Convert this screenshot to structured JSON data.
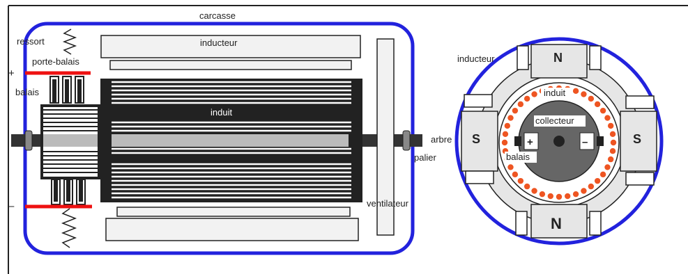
{
  "labels": {
    "carcasse": "carcasse",
    "ressort": "ressort",
    "porte_balais": "porte-balais",
    "balais_left": "balais",
    "plus_left": "+",
    "minus_left": "–",
    "inducteur_left": "inducteur",
    "induit_left": "induit",
    "arbre": "arbre",
    "palier": "palier",
    "ventilateur": "ventilateur",
    "inducteur_right": "inducteur",
    "induit_right": "induit",
    "collecteur": "collecteur",
    "balais_right": "balais",
    "plus_right": "+",
    "minus_right": "–",
    "pole_n_top": "N",
    "pole_n_bottom": "N",
    "pole_s_left": "S",
    "pole_s_right": "S"
  },
  "colors": {
    "frame": "#2222dd",
    "brush_bar": "#ee1111",
    "armature_dot": "#ee5522",
    "armature_dark": "#222222",
    "shaft": "#bbbbbb",
    "collector_gray": "#666666",
    "stator_light": "#e6e6e6"
  }
}
